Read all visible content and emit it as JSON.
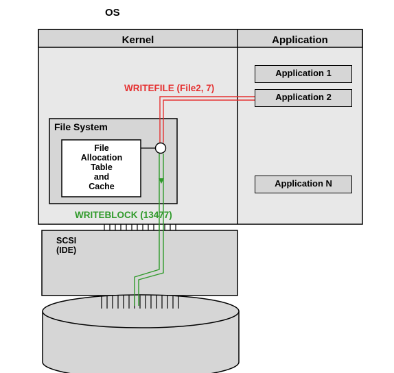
{
  "os_title": "OS",
  "kernel": {
    "title": "Kernel",
    "file_system": {
      "title": "File System",
      "fat_lines": [
        "File",
        "Allocation",
        "Table",
        "and",
        "Cache"
      ]
    }
  },
  "application": {
    "title": "Application",
    "items": [
      "Application 1",
      "Application 2",
      "Application N"
    ]
  },
  "calls": {
    "writefile": "WRITEFILE (File2, 7)",
    "writeblock": "WRITEBLOCK (13477)"
  },
  "controller": {
    "lines": [
      "SCSI",
      "(IDE)"
    ]
  },
  "colors": {
    "panel_fill": "#e8e8e8",
    "box_fill": "#d6d6d6",
    "writefile_color": "#e53030",
    "writeblock_color": "#2f9a2a"
  }
}
